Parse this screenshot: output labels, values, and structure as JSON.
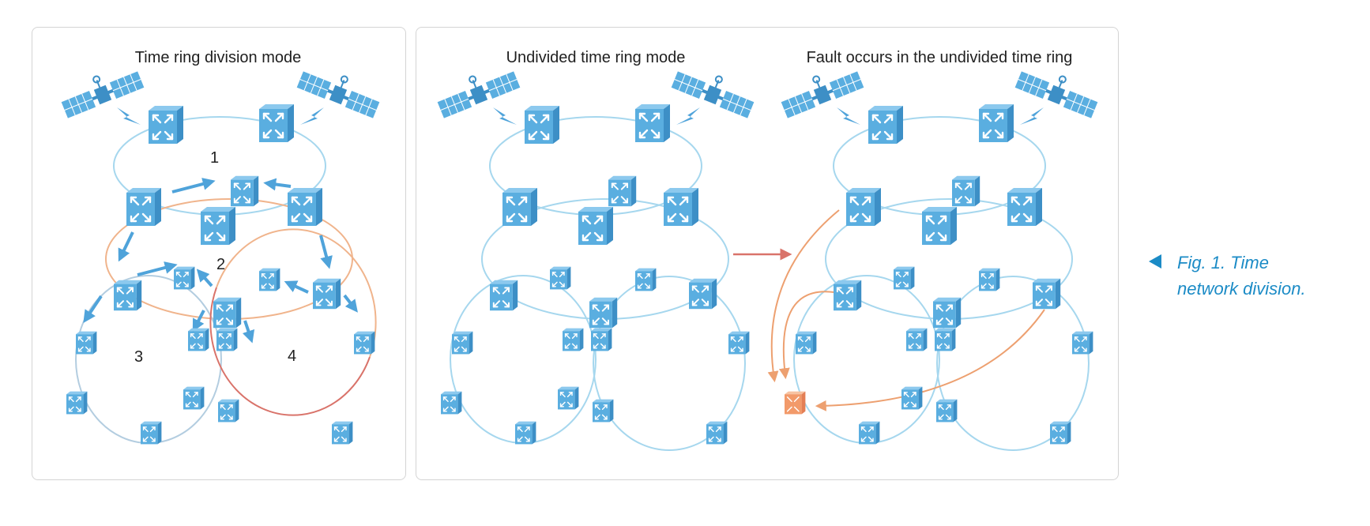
{
  "panels": {
    "left": {
      "title": "Time ring division mode"
    },
    "middle": {
      "title": "Undivided time ring mode"
    },
    "right": {
      "title": "Fault occurs in the undivided time ring"
    }
  },
  "ring_labels": [
    "1",
    "2",
    "3",
    "4"
  ],
  "caption": {
    "line1": "Fig. 1. Time",
    "line2": "network division."
  },
  "colors": {
    "device": "#5aaee0",
    "device_dark": "#3d8fc6",
    "ring_blue": "#a6d7ee",
    "ring_orange": "#f0b48c",
    "ring_red": "#d9736a",
    "arrow_blue": "#4fa3da",
    "fault_arrow": "#eda070",
    "fault_device": "#f29a6a",
    "caption": "#1b8bc6"
  },
  "icons": [
    "satellite-icon",
    "signal-bolt-icon",
    "switch-device-icon",
    "caption-triangle-icon"
  ]
}
